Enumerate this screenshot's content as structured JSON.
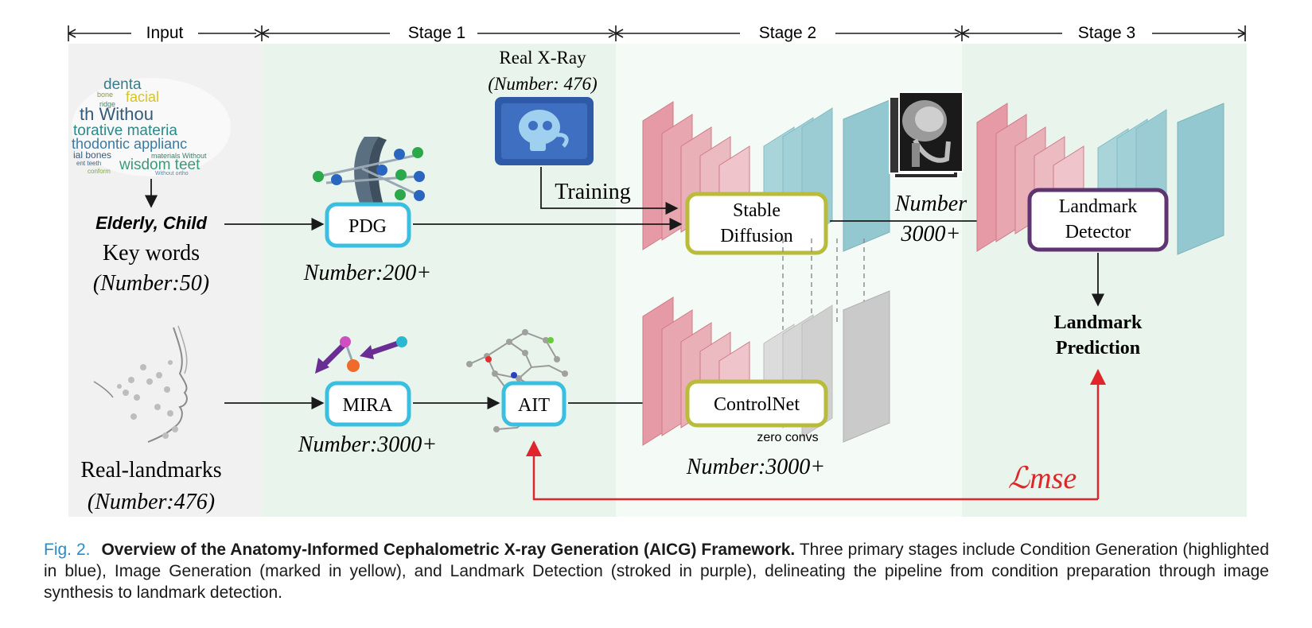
{
  "stages": [
    "Input",
    "Stage 1",
    "Stage 2",
    "Stage 3"
  ],
  "input": {
    "wordcloud_words": [
      "denta",
      "bone",
      "facial",
      "ridge",
      "th Withou",
      "torative materia",
      "thodontic applianc",
      "ial bones",
      "materials Without",
      "ent teeth",
      "wisdom teet",
      "conform",
      "Without ortho"
    ],
    "keywords_bold": "Elderly, Child",
    "keywords_label": "Key words",
    "keywords_count": "(Number:50)",
    "landmarks_label": "Real-landmarks",
    "landmarks_count": "(Number:476)"
  },
  "stage1": {
    "xray_label": "Real X-Ray",
    "xray_count": "(Number: 476)",
    "pdg": "PDG",
    "pdg_count": "Number:200+",
    "mira": "MIRA",
    "mira_count": "Number:3000+",
    "ait": "AIT"
  },
  "stage2": {
    "training": "Training",
    "stable_diffusion_line1": "Stable",
    "stable_diffusion_line2": "Diffusion",
    "controlnet": "ControlNet",
    "zero_convs": "zero convs",
    "controlnet_count": "Number:3000+",
    "generated_count_line1": "Number",
    "generated_count_line2": "3000+"
  },
  "stage3": {
    "detector_line1": "Landmark",
    "detector_line2": "Detector",
    "prediction_line1": "Landmark",
    "prediction_line2": "Prediction",
    "loss": "ℒmse"
  },
  "colors": {
    "condition_blue": "#3bbfe0",
    "image_yellow": "#b9bb3a",
    "detector_purple": "#5e3570",
    "loss_red": "#e0262a",
    "input_bg": "#f1f1f1",
    "stage_bg": "#e8f5ec"
  },
  "caption": {
    "label": "Fig. 2.",
    "title": "Overview of the Anatomy-Informed Cephalometric X-ray Generation (AICG) Framework.",
    "text": "Three primary stages include Condition Generation (highlighted in blue), Image Generation (marked in yellow), and Landmark Detection (stroked in purple), delineating the pipeline from condition preparation through image synthesis to landmark detection."
  }
}
